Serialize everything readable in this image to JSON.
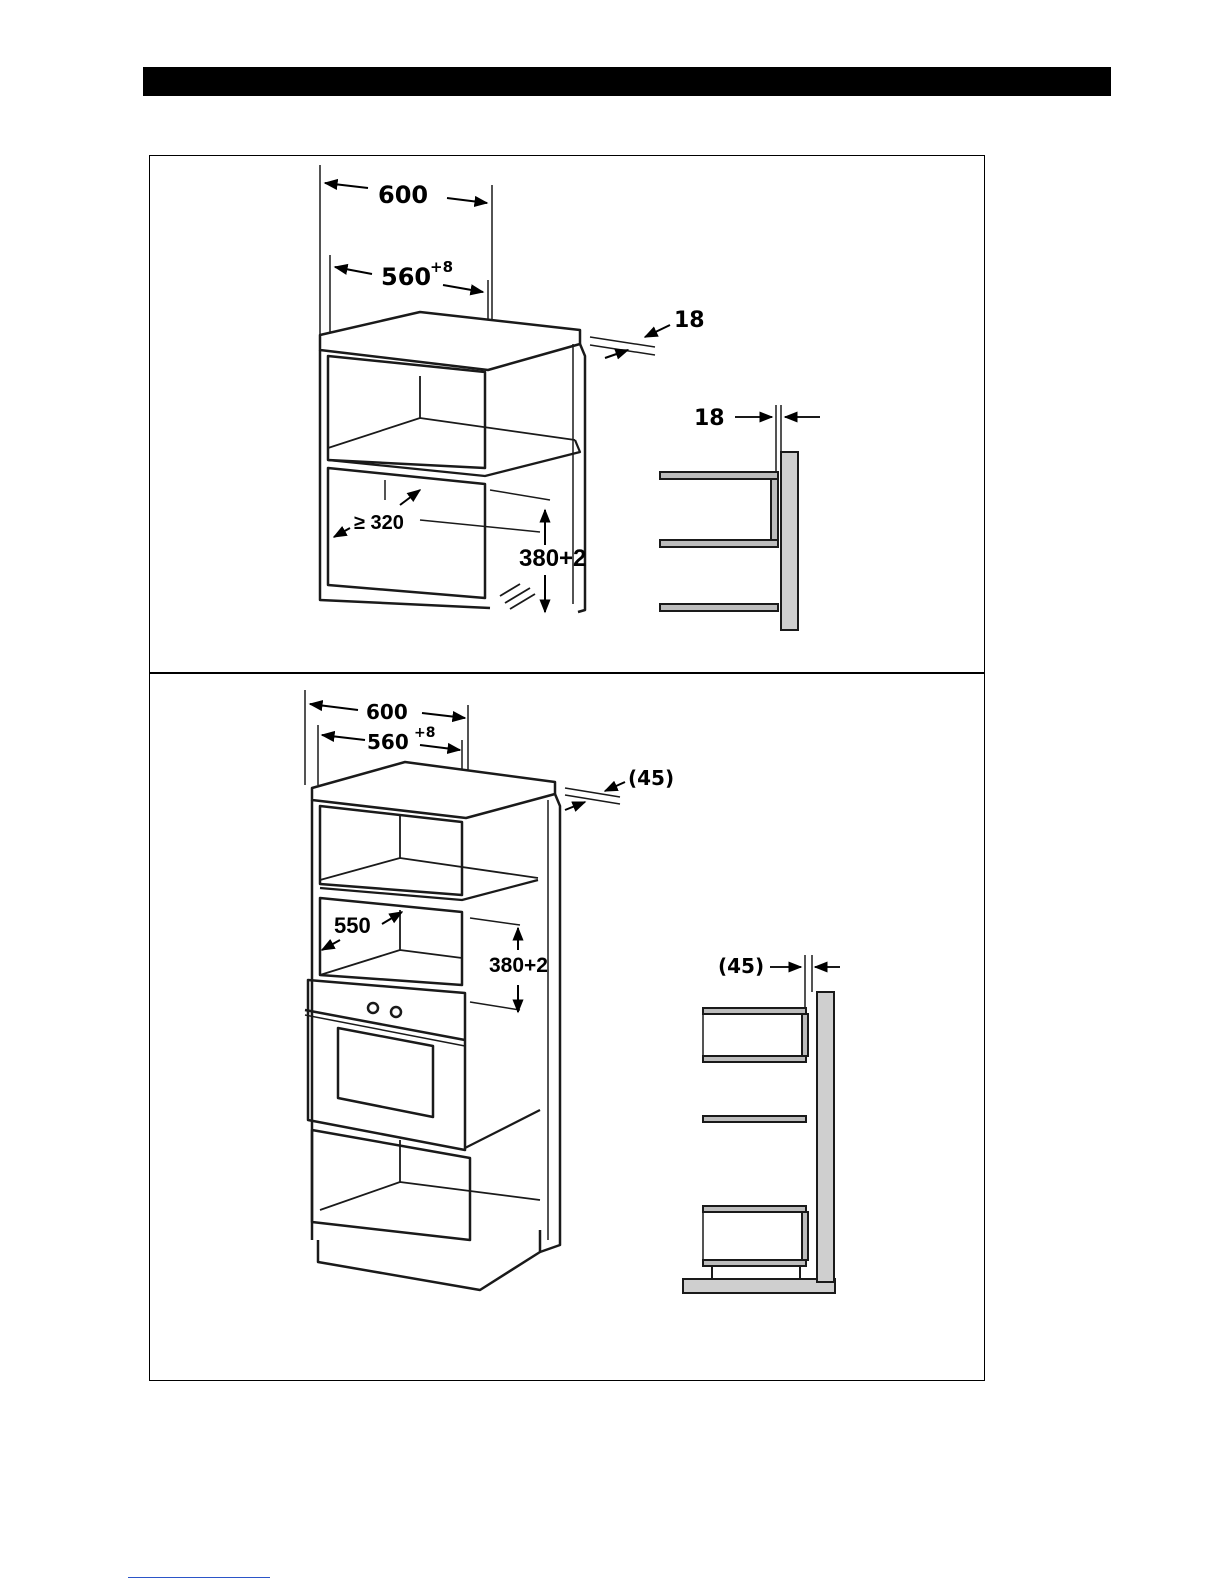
{
  "top_panel": {
    "width_overall": "600",
    "width_inner": "560",
    "width_inner_tolerance": "+8",
    "panel_thickness": "18",
    "side_detail_thickness": "18",
    "depth_min": "≥ 320",
    "niche_height": "380+2"
  },
  "bottom_panel": {
    "width_overall": "600",
    "width_inner": "560",
    "width_inner_tolerance": "+8",
    "rear_gap": "(45)",
    "depth": "550",
    "niche_height": "380+2",
    "side_detail_gap": "(45)"
  },
  "colors": {
    "wall_fill": "#cfcfcf",
    "shelf_fill": "#bdbdbd",
    "line": "#1a1a1a"
  }
}
